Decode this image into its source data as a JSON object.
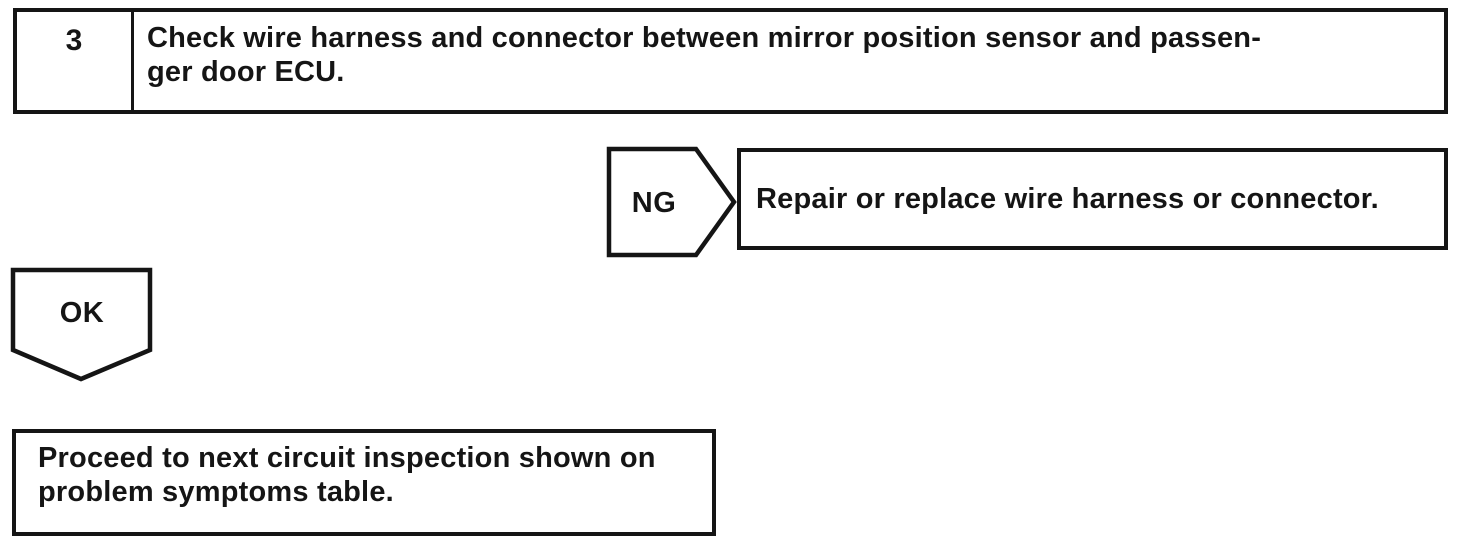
{
  "flowchart": {
    "step": {
      "number": "3",
      "instruction": "Check wire harness and connector between mirror position sensor and passenger door ECU.",
      "instruction_lines": [
        "Check wire harness and connector between mirror position sensor and passen-",
        "ger door ECU."
      ]
    },
    "ng_branch": {
      "label": "NG",
      "action": "Repair or replace wire harness or connector."
    },
    "ok_branch": {
      "label": "OK",
      "action_lines": [
        "Proceed to next circuit inspection shown on",
        "problem symptoms table."
      ]
    }
  },
  "colors": {
    "line": "#151515",
    "text": "#151515",
    "background": "#ffffff"
  }
}
